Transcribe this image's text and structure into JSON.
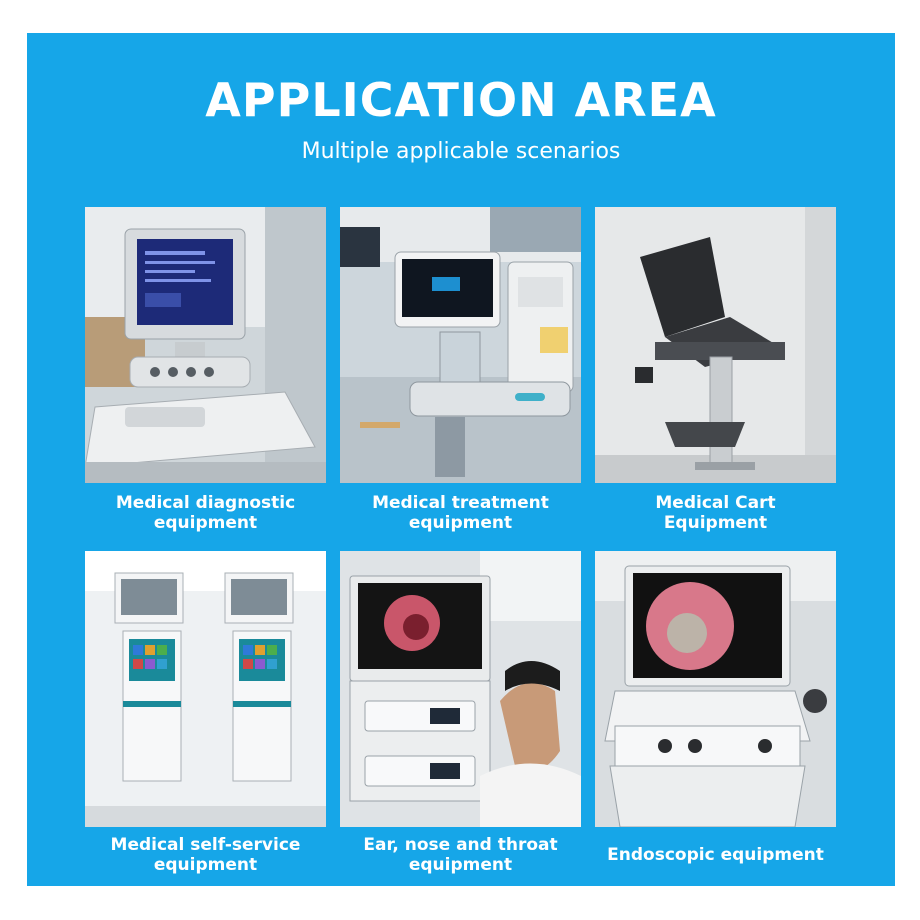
{
  "header": {
    "title": "APPLICATION AREA",
    "subtitle": "Multiple applicable scenarios"
  },
  "colors": {
    "panel_background": "#16a6e8",
    "text": "#ffffff"
  },
  "cards": [
    {
      "caption": "Medical diagnostic\nequipment",
      "photo": "ultrasound-machine"
    },
    {
      "caption": "Medical treatment\nequipment",
      "photo": "anesthesia-machine"
    },
    {
      "caption": "Medical Cart\nEquipment",
      "photo": "laptop-cart"
    },
    {
      "caption": "Medical self-service\nequipment",
      "photo": "self-service-kiosk"
    },
    {
      "caption": "Ear, nose and throat\nequipment",
      "photo": "ent-endoscope-station"
    },
    {
      "caption": "Endoscopic equipment",
      "photo": "endoscope-monitor"
    }
  ]
}
